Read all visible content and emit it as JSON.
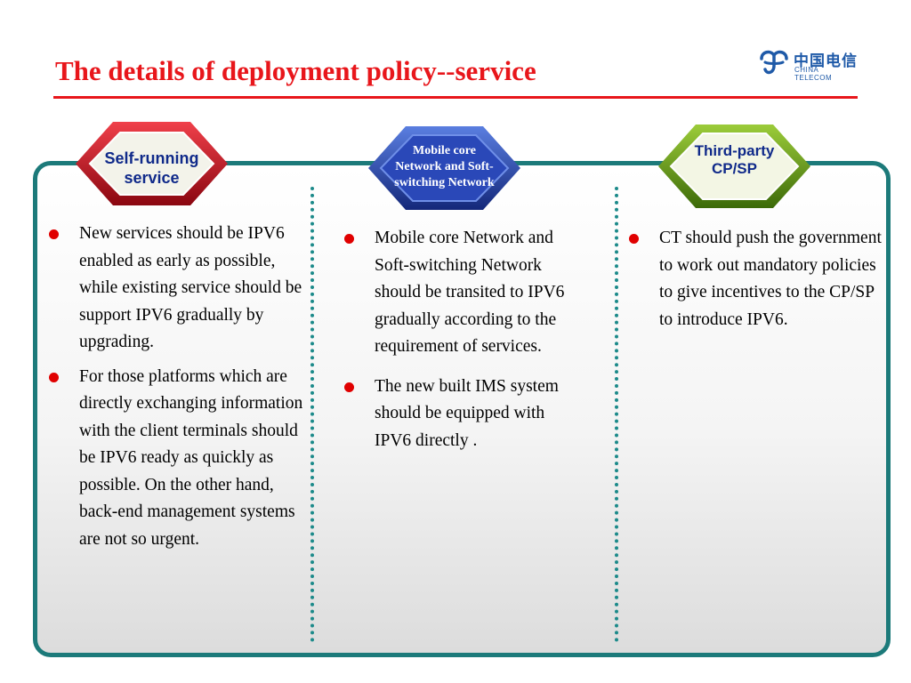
{
  "slide": {
    "title": "The details of deployment policy--service"
  },
  "logo": {
    "chinese": "中国电信",
    "english": "CHINA TELECOM"
  },
  "categories": [
    {
      "label_lines": [
        "Self-running",
        "service"
      ]
    },
    {
      "label_lines": [
        "Mobile core",
        "Network and Soft-",
        "switching Network"
      ]
    },
    {
      "label_lines": [
        "Third-party",
        "CP/SP"
      ]
    }
  ],
  "columns": [
    {
      "bullets": [
        "New services should be IPV6 enabled as early as possible, while existing service should be support IPV6 gradually by upgrading.",
        "For those platforms which are directly exchanging information with the client terminals should be IPV6 ready as quickly as possible. On the other hand, back-end management systems are not so urgent."
      ]
    },
    {
      "bullets": [
        "Mobile core Network and Soft-switching Network should be transited to IPV6 gradually according to the requirement of services.",
        "The new built IMS system should be equipped with IPV6 directly ."
      ]
    },
    {
      "bullets": [
        "CT should push the government to work out mandatory policies to give incentives to the CP/SP to  introduce IPV6."
      ]
    }
  ],
  "colors": {
    "title": "#e8161b",
    "panel_border": "#1c7a7a",
    "bullet": "#e00000",
    "hex_red": "#c8101e",
    "hex_blue": "#2340a8",
    "hex_green": "#5f9410"
  }
}
